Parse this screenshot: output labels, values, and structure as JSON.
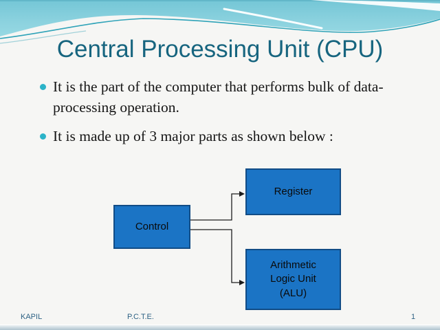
{
  "slide": {
    "title": "Central Processing Unit (CPU)",
    "bullets": [
      "It is the part of the computer that performs bulk of data-processing operation.",
      "It is made up of 3 major parts as shown below :"
    ],
    "diagram": {
      "boxes": [
        {
          "id": "control",
          "label": "Control"
        },
        {
          "id": "register",
          "label": "Register"
        },
        {
          "id": "alu",
          "label": "Arithmetic Logic Unit (ALU)",
          "lines": [
            "Arithmetic",
            "Logic Unit",
            "(ALU)"
          ]
        }
      ],
      "connections": [
        {
          "from": "control",
          "to": "register"
        },
        {
          "from": "control",
          "to": "alu"
        }
      ]
    },
    "footer": {
      "author": "KAPIL",
      "institution": "P.C.T.E.",
      "page_number": "1"
    },
    "colors": {
      "title_text": "#17657F",
      "bullet_dot": "#2BB3C8",
      "box_fill": "#1B74C5",
      "box_border": "#114C86",
      "connector_line": "#1C1C1C",
      "footer_text": "#2E6284",
      "header_blue_top": "#74C6D6",
      "header_blue_bottom": "#97D9E3",
      "header_accent_line": "#2FA3B8",
      "page_background": "#F6F6F4"
    }
  }
}
